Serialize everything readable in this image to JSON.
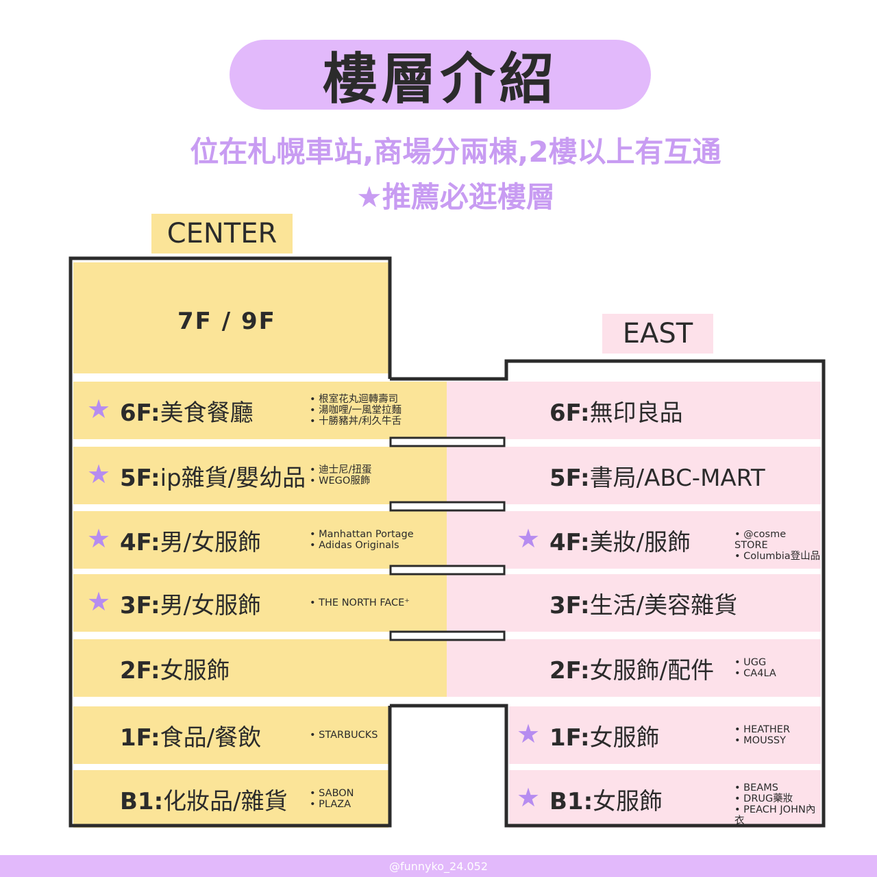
{
  "title": "樓層介紹",
  "subtitle": "位在札幌車站,商場分兩棟,2樓以上有互通",
  "recommend_note": "★推薦必逛樓層",
  "center": {
    "name": "CENTER",
    "top_floor": "7F / 9F",
    "floors": [
      {
        "id": "6F",
        "label": "6F:",
        "name": "美食餐廳",
        "star": true,
        "shops": [
          "根室花丸迴轉壽司",
          "湯咖哩/一風堂拉麵",
          "十勝豬丼/利久牛舌"
        ]
      },
      {
        "id": "5F",
        "label": "5F:",
        "name": "ip雜貨/嬰幼品",
        "star": true,
        "shops": [
          "迪士尼/扭蛋",
          "WEGO服飾"
        ]
      },
      {
        "id": "4F",
        "label": "4F:",
        "name": "男/女服飾",
        "star": true,
        "shops": [
          "Manhattan Portage",
          "Adidas Originals"
        ]
      },
      {
        "id": "3F",
        "label": "3F:",
        "name": "男/女服飾",
        "star": true,
        "shops": [
          "THE NORTH FACE⁺"
        ]
      },
      {
        "id": "2F",
        "label": "2F:",
        "name": "女服飾",
        "star": false,
        "shops": []
      },
      {
        "id": "1F",
        "label": "1F:",
        "name": "食品/餐飲",
        "star": false,
        "shops": [
          "STARBUCKS"
        ]
      },
      {
        "id": "B1",
        "label": "B1:",
        "name": "化妝品/雜貨",
        "star": false,
        "shops": [
          "SABON",
          "PLAZA"
        ]
      }
    ]
  },
  "east": {
    "name": "EAST",
    "floors": [
      {
        "id": "6F",
        "label": "6F:",
        "name": "無印良品",
        "star": false,
        "shops": []
      },
      {
        "id": "5F",
        "label": "5F:",
        "name": "書局/ABC-MART",
        "star": false,
        "shops": []
      },
      {
        "id": "4F",
        "label": "4F:",
        "name": "美妝/服飾",
        "star": true,
        "shops": [
          "@cosme STORE",
          "Columbia登山品"
        ]
      },
      {
        "id": "3F",
        "label": "3F:",
        "name": "生活/美容雜貨",
        "star": false,
        "shops": []
      },
      {
        "id": "2F",
        "label": "2F:",
        "name": "女服飾/配件",
        "star": false,
        "shops": [
          "UGG",
          "CA4LA"
        ]
      },
      {
        "id": "1F",
        "label": "1F:",
        "name": "女服飾",
        "star": true,
        "shops": [
          "HEATHER",
          "MOUSSY"
        ]
      },
      {
        "id": "B1",
        "label": "B1:",
        "name": "女服飾",
        "star": true,
        "shops": [
          "BEAMS",
          "DRUG藥妝",
          "PEACH JOHN內衣"
        ]
      }
    ]
  },
  "star_glyph": "★",
  "credit": "@funnyko_24.052",
  "colors": {
    "purple": "#e2b9fb",
    "purple_text": "#c89cf2",
    "star": "#b68cf0",
    "yellow": "#fbe498",
    "pink": "#fde1ea",
    "outline": "#2b2b2b"
  }
}
